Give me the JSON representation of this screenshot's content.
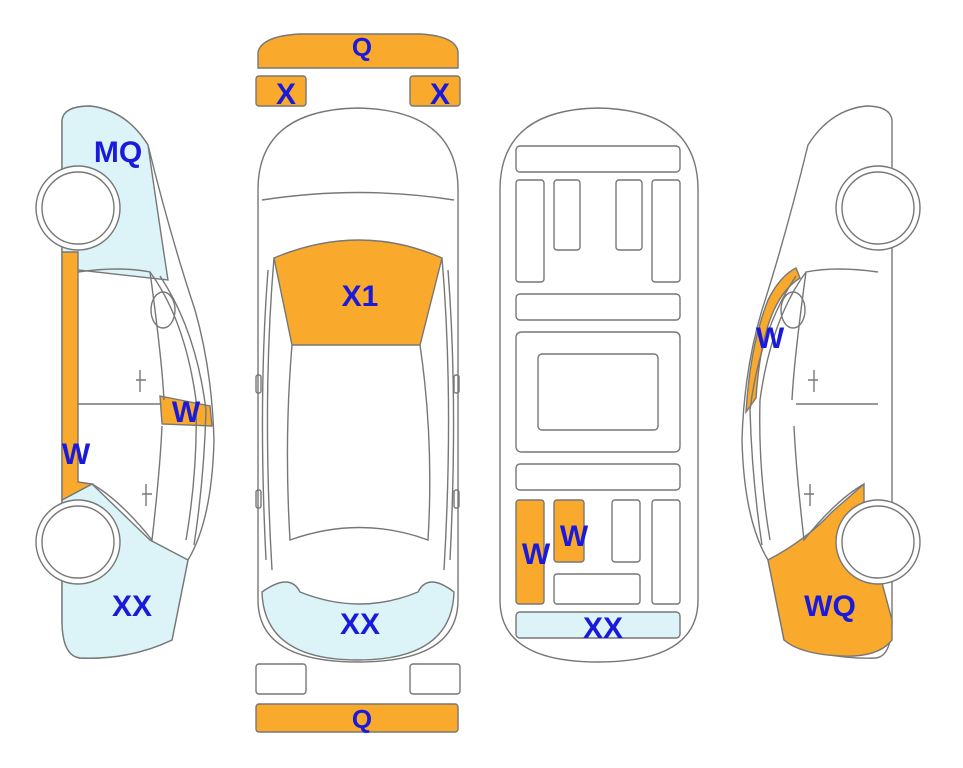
{
  "colors": {
    "damaged": "#f9aa2c",
    "repaired": "#dcf4f8",
    "outline": "#777777",
    "label": "#1a1adb",
    "body": "#ffffff"
  },
  "labels": {
    "front_bumper": "Q",
    "headlight_left": "X",
    "headlight_right": "X",
    "hood": "X1",
    "trunk_lid": "XX",
    "rear_bumper": "Q",
    "left_front_fender": "MQ",
    "left_rocker": "W",
    "left_mirror": "W",
    "left_rear_quarter": "XX",
    "floor_rail_left": "W",
    "floor_rail_center": "W",
    "floor_rear_panel": "XX",
    "right_front_fender": "W",
    "right_rear_quarter": "WQ"
  }
}
